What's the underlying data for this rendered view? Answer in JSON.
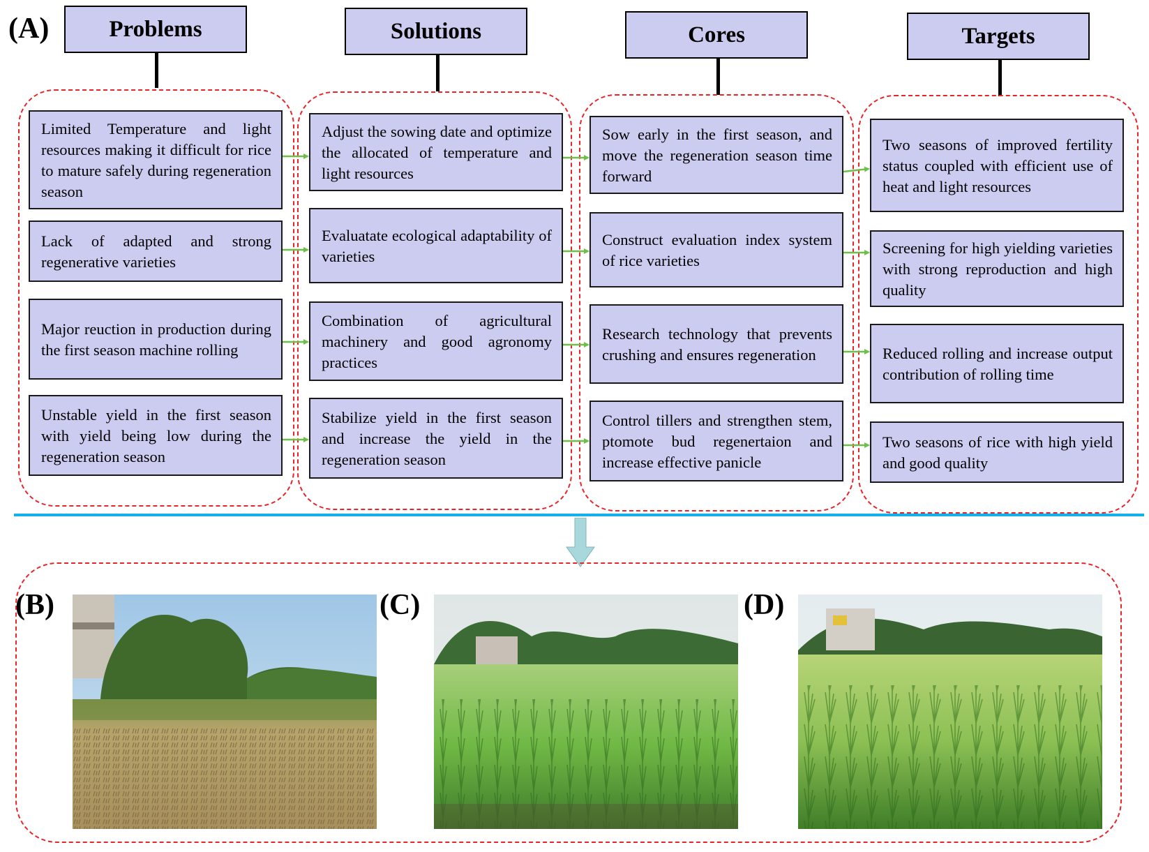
{
  "panels": {
    "a": "(A)",
    "b": "(B)",
    "c": "(C)",
    "d": "(D)"
  },
  "headers": [
    "Problems",
    "Solutions",
    "Cores",
    "Targets"
  ],
  "problems": [
    "Limited Temperature and light resources making  it difficult for rice to mature safely during regeneration season",
    "Lack of adapted and strong regenerative varieties",
    "Major reuction in production during the first season machine rolling",
    "Unstable yield in the first season with yield being low during the regeneration season"
  ],
  "solutions": [
    "Adjust the sowing date and optimize the allocated of temperature and light resources",
    "Evaluatate ecological adaptability of varieties",
    "Combination of agricultural machinery and good agronomy practices",
    "Stabilize yield in the first season and increase the yield in the regeneration season"
  ],
  "cores": [
    "Sow early in the first season, and move the regeneration season time forward",
    "Construct evaluation index system of rice varieties",
    "Research technology that prevents crushing and ensures regeneration",
    "Control tillers and strengthen stem, ptomote bud regenertaion and increase effective panicle"
  ],
  "targets": [
    "Two seasons of improved fertility status coupled with efficient use of heat and light resources",
    "Screening for high yielding varieties with strong reproduction and high quality",
    "Reduced rolling and increase output contribution of rolling time",
    "Two seasons of rice with high yield and good quality"
  ],
  "colors": {
    "box_fill": "#ccccf0",
    "dashed_border": "#e8242b",
    "arrow": "#6cc04a",
    "separator": "#13b0ea",
    "down_arrow": "#a8d8dc"
  }
}
